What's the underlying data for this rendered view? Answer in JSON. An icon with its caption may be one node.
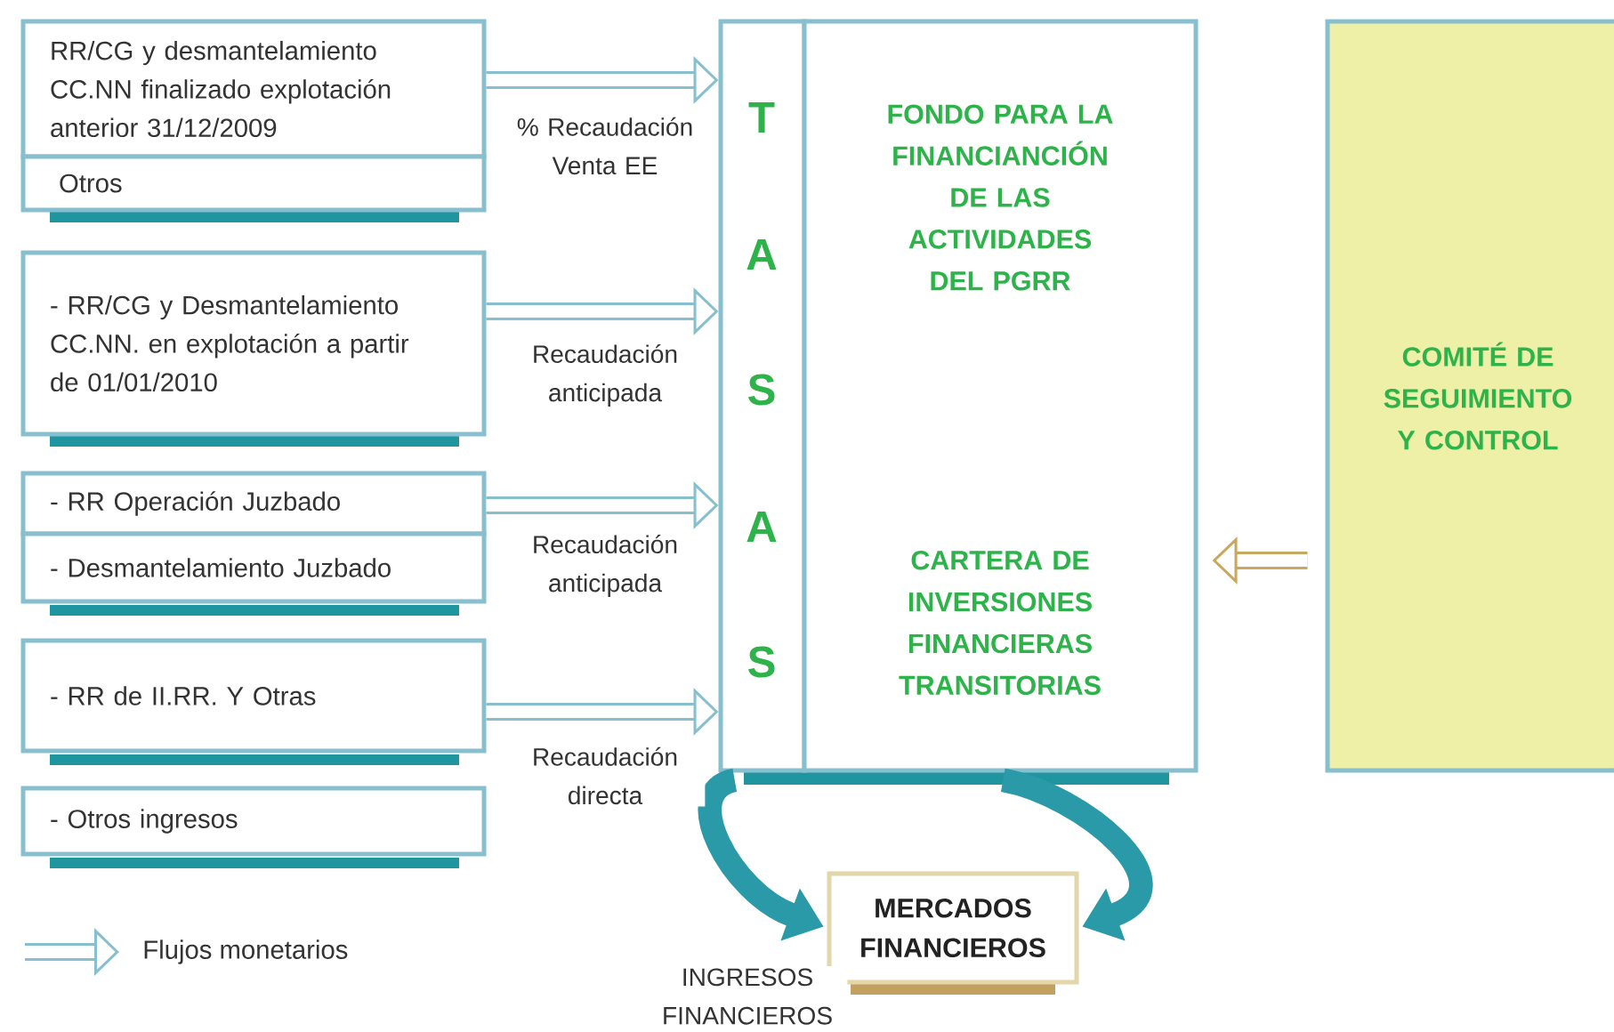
{
  "diagram": {
    "nodes": [
      {
        "text": [
          "RR/CG y desmantelamiento CC.NN finalizado explotación anterior 31/12/2009"
        ]
      },
      {
        "text": [
          "Otros"
        ]
      },
      {
        "text": [
          "- RR/CG y Desmantelamiento CC.NN. en explotación a partir de 01/01/2010"
        ]
      },
      {
        "text": [
          "- RR Operación Juzbado"
        ]
      },
      {
        "text": [
          "- Desmantelamiento Juzbado"
        ]
      },
      {
        "text": [
          "- RR de II.RR. Y Otras"
        ]
      },
      {
        "text": [
          "- Otros ingresos"
        ]
      },
      {
        "text": [
          "T",
          "A",
          "S",
          "A",
          "S"
        ]
      },
      {
        "text": [
          "FONDO PARA LA FINANCIANCIÓN DE LAS ACTIVIDADES DEL PGRR",
          "CARTERA DE INVERSIONES FINANCIERAS TRANSITORIAS"
        ]
      },
      {
        "text": [
          "COMITÉ DE SEGUIMIENTO Y CONTROL"
        ]
      },
      {
        "text": [
          "MERCADOS FINANCIEROS"
        ]
      }
    ],
    "edges": [
      {
        "from": 0,
        "to": 7,
        "arrow": "to",
        "label": "% Recaudación Venta EE"
      },
      {
        "from": 2,
        "to": 7,
        "arrow": "to",
        "label": "Recaudación anticipada"
      },
      {
        "from": 3,
        "to": 7,
        "arrow": "to",
        "label": "Recaudación anticipada"
      },
      {
        "from": 5,
        "to": 7,
        "arrow": "to",
        "label": "Recaudación directa"
      },
      {
        "from": 9,
        "to": 8,
        "arrow": "to",
        "color": "#c8a860"
      },
      {
        "from": 7,
        "to": 10,
        "arrow": "to",
        "color": "#2a9aa8",
        "label": "INGRESOS FINANCIEROS"
      },
      {
        "from": 8,
        "to": 10,
        "arrow": "to",
        "color": "#2a9aa8"
      }
    ],
    "legend": [
      {
        "text": "Flujos monetarios"
      }
    ]
  }
}
